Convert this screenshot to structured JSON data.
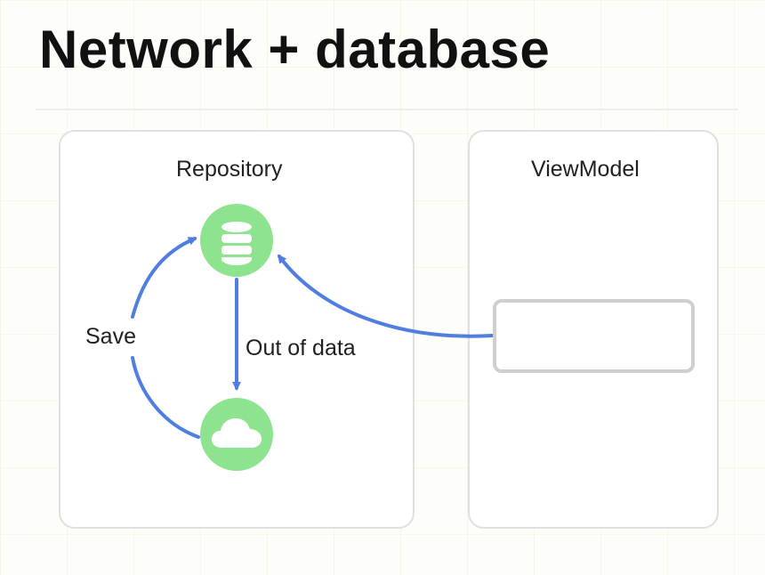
{
  "slide": {
    "title": "Network + database"
  },
  "repository": {
    "label": "Repository",
    "database_icon": "database-icon",
    "cloud_icon": "cloud-icon",
    "save_label": "Save",
    "out_of_data_label": "Out of data"
  },
  "viewmodel": {
    "label": "ViewModel"
  },
  "colors": {
    "node_fill": "#8ee38f",
    "icon_fill": "#ffffff",
    "arrow": "#4f7ee0",
    "panel_border": "#e0e0e0",
    "box_border": "#cfcfcf"
  }
}
